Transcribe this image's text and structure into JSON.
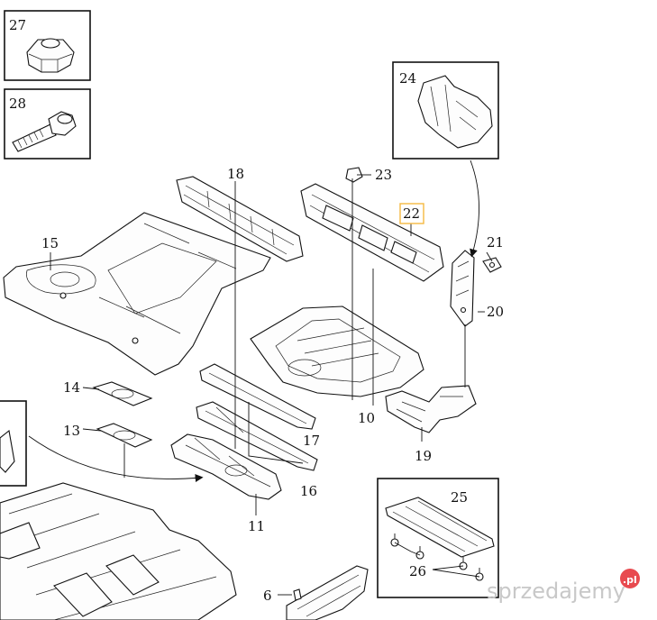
{
  "callouts": {
    "c27": "27",
    "c28": "28",
    "c24": "24",
    "c18": "18",
    "c23": "23",
    "c22": "22",
    "c15": "15",
    "c21": "21",
    "c20": "20",
    "c14": "14",
    "c13": "13",
    "c10": "10",
    "c17": "17",
    "c19": "19",
    "c16": "16",
    "c11": "11",
    "c25": "25",
    "c26": "26",
    "c6": "6"
  },
  "highlight_color": "#f5b942",
  "watermark": {
    "text": "sprzedajemy",
    "badge": ".pl",
    "badge_color": "#e84a4f"
  }
}
